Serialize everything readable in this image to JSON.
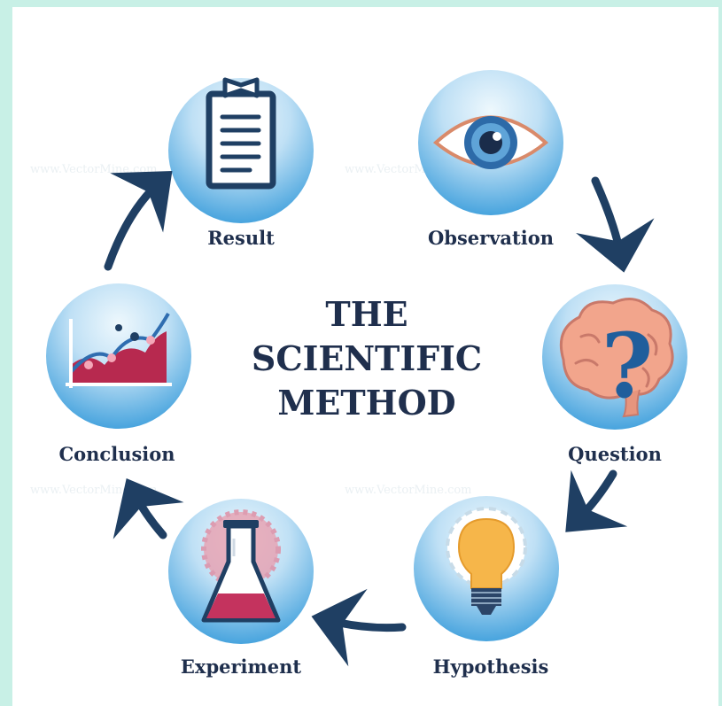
{
  "title": {
    "line1": "THE",
    "line2": "SCIENTIFIC",
    "line3": "METHOD"
  },
  "steps": [
    {
      "label": "Observation",
      "icon": "eye-icon"
    },
    {
      "label": "Question",
      "icon": "brain-question-icon"
    },
    {
      "label": "Hypothesis",
      "icon": "light-bulb-icon"
    },
    {
      "label": "Experiment",
      "icon": "flask-icon"
    },
    {
      "label": "Conclusion",
      "icon": "chart-icon"
    },
    {
      "label": "Result",
      "icon": "clipboard-icon"
    }
  ],
  "watermark": "www.VectorMine.com",
  "colors": {
    "outer_background": "#c8f0e6",
    "text": "#1f2f4d",
    "arrow": "#1f3f63",
    "circle_light": "#eaf5fc",
    "circle_dark": "#4aa7df"
  }
}
